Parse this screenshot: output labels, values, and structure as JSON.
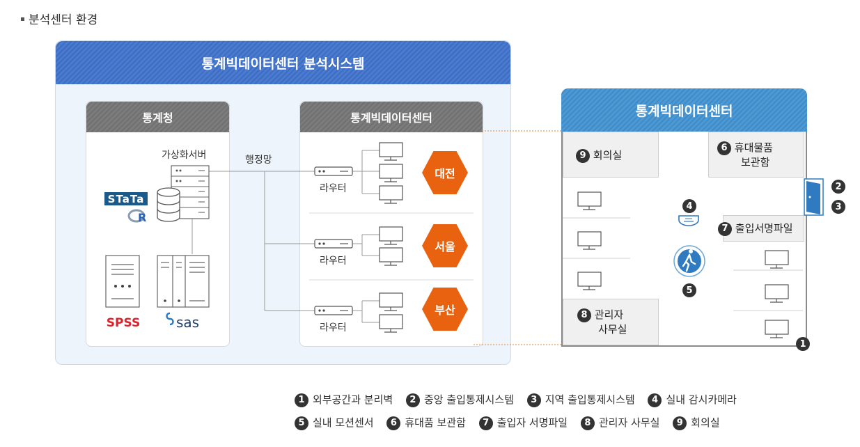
{
  "section_title": "분석센터 환경",
  "main_panel": {
    "title": "통계빅데이터센터 분석시스템",
    "left_box": {
      "title": "통계청",
      "server_label": "가상화서버",
      "logos": [
        "stata-logo",
        "r-logo",
        "spss-logo",
        "sas-logo"
      ],
      "spss_text": "SPSS",
      "sas_text": "sas",
      "stata_text": "STaTa",
      "r_text": "R"
    },
    "network_label": "행정망",
    "right_box": {
      "title": "통계빅데이터센터",
      "router_label": "라우터",
      "sites": [
        {
          "name": "대전",
          "pcs": 3
        },
        {
          "name": "서울",
          "pcs": 2
        },
        {
          "name": "부산",
          "pcs": 2
        }
      ]
    }
  },
  "floor_panel": {
    "title": "통계빅데이터센터",
    "rooms": {
      "meeting": {
        "num": "9",
        "label": "회의실"
      },
      "locker": {
        "num": "6",
        "label_line1": "휴대물품",
        "label_line2": "보관함"
      },
      "sign_file": {
        "num": "7",
        "label": "출입서명파일"
      },
      "admin": {
        "num": "8",
        "label_line1": "관리자",
        "label_line2": "사무실"
      }
    },
    "markers": {
      "camera": "4",
      "motion": "5",
      "door_a": "2",
      "door_b": "3",
      "wall": "1"
    }
  },
  "legend": [
    {
      "num": "1",
      "label": "외부공간과 분리벽"
    },
    {
      "num": "2",
      "label": "중앙 출입통제시스템"
    },
    {
      "num": "3",
      "label": "지역 출입통제시스템"
    },
    {
      "num": "4",
      "label": "실내 감시카메라"
    },
    {
      "num": "5",
      "label": "실내 모션센서"
    },
    {
      "num": "6",
      "label": "휴대품 보관함"
    },
    {
      "num": "7",
      "label": "출입자 서명파일"
    },
    {
      "num": "8",
      "label": "관리자 사무실"
    },
    {
      "num": "9",
      "label": "회의실"
    }
  ],
  "colors": {
    "main_header": "#4a7bd0",
    "box_header": "#777777",
    "site_badge": "#e8620f",
    "floor_header": "#4d99d3"
  }
}
